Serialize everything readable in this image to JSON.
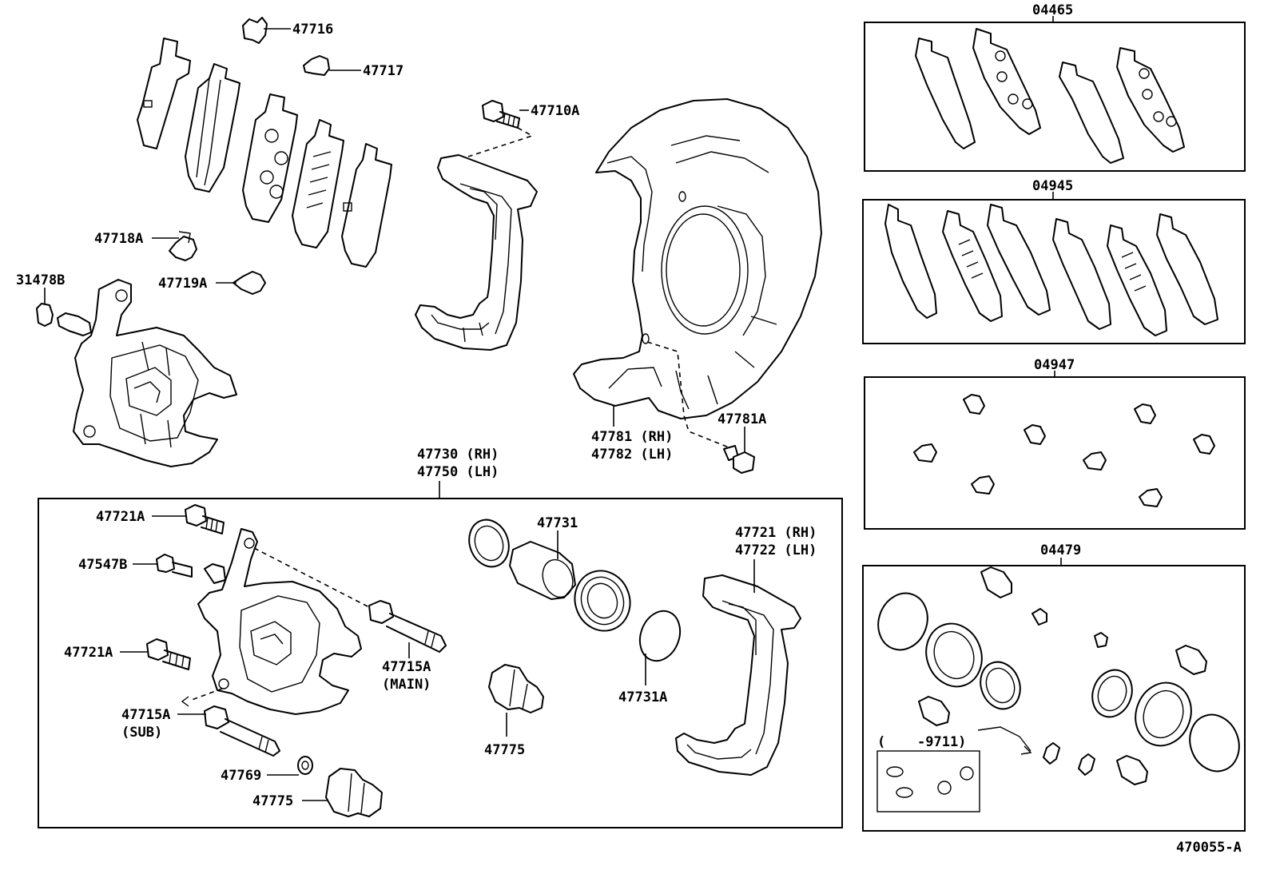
{
  "diagram_id": "470055-A",
  "callouts": {
    "c47716": "47716",
    "c47717": "47717",
    "c47710A": "47710A",
    "c47718A": "47718A",
    "c47719A": "47719A",
    "c31478B": "31478B",
    "c47781RH": "47781 (RH)",
    "c47782LH": "47782 (LH)",
    "c47781A": "47781A",
    "c47730RH": "47730 (RH)",
    "c47750LH": "47750 (LH)",
    "c47721A_top": "47721A",
    "c47547B": "47547B",
    "c47721A_mid": "47721A",
    "c47715A_main": "47715A",
    "main_note": "(MAIN)",
    "c47715A_sub": "47715A",
    "sub_note": "(SUB)",
    "c47769": "47769",
    "c47775_bottom": "47775",
    "c47731": "47731",
    "c47775_center": "47775",
    "c47731A": "47731A",
    "c47721RH": "47721 (RH)",
    "c47722LH": "47722 (LH)"
  },
  "kits": {
    "k04465": "04465",
    "k04945": "04945",
    "k04947": "04947",
    "k04479": "04479",
    "range_open": "(",
    "range_value": "-9711)"
  }
}
